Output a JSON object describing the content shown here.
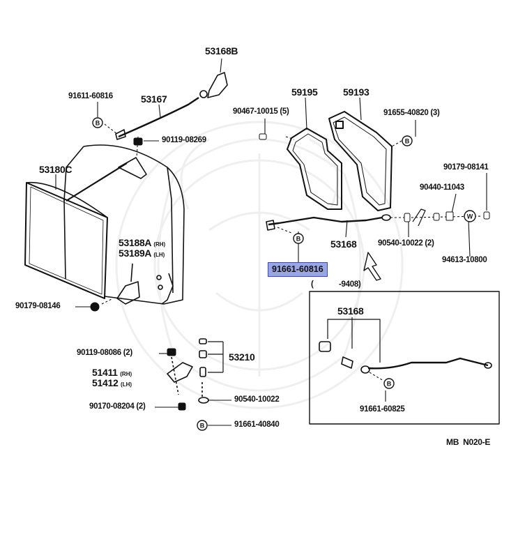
{
  "diagram": {
    "code": "MB  N020-E",
    "highlighted_part": "91661-60816",
    "range_note": {
      "open": "(",
      "close": "-9408)"
    },
    "bolt_symbol": "B",
    "washer_symbol": "W",
    "callouts": {
      "p53168B": "53168B",
      "p91611_60816": "91611-60816",
      "p53167": "53167",
      "p90119_08269": "90119-08269",
      "p53180C": "53180C",
      "p53188A": "53188A",
      "p53188A_side": "(RH)",
      "p53189A": "53189A",
      "p53189A_side": "(LH)",
      "p90179_08146": "90179-08146",
      "p90119_08086": "90119-08086 (2)",
      "p53210": "53210",
      "p51411": "51411",
      "p51411_side": "(RH)",
      "p51412": "51412",
      "p51412_side": "(LH)",
      "p90170_08204": "90170-08204 (2)",
      "p90540_10022b": "90540-10022",
      "p91661_40840": "91661-40840",
      "p59195": "59195",
      "p59193": "59193",
      "p90467_10015": "90467-10015 (5)",
      "p91655_40820": "91655-40820 (3)",
      "p90179_08141": "90179-08141",
      "p90440_11043": "90440-11043",
      "p91661_60816": "91661-60816",
      "p53168": "53168",
      "p90540_10022": "90540-10022 (2)",
      "p94613_10800": "94613-10800",
      "p53168_inset": "53168",
      "p91661_60825": "91661-60825"
    }
  }
}
